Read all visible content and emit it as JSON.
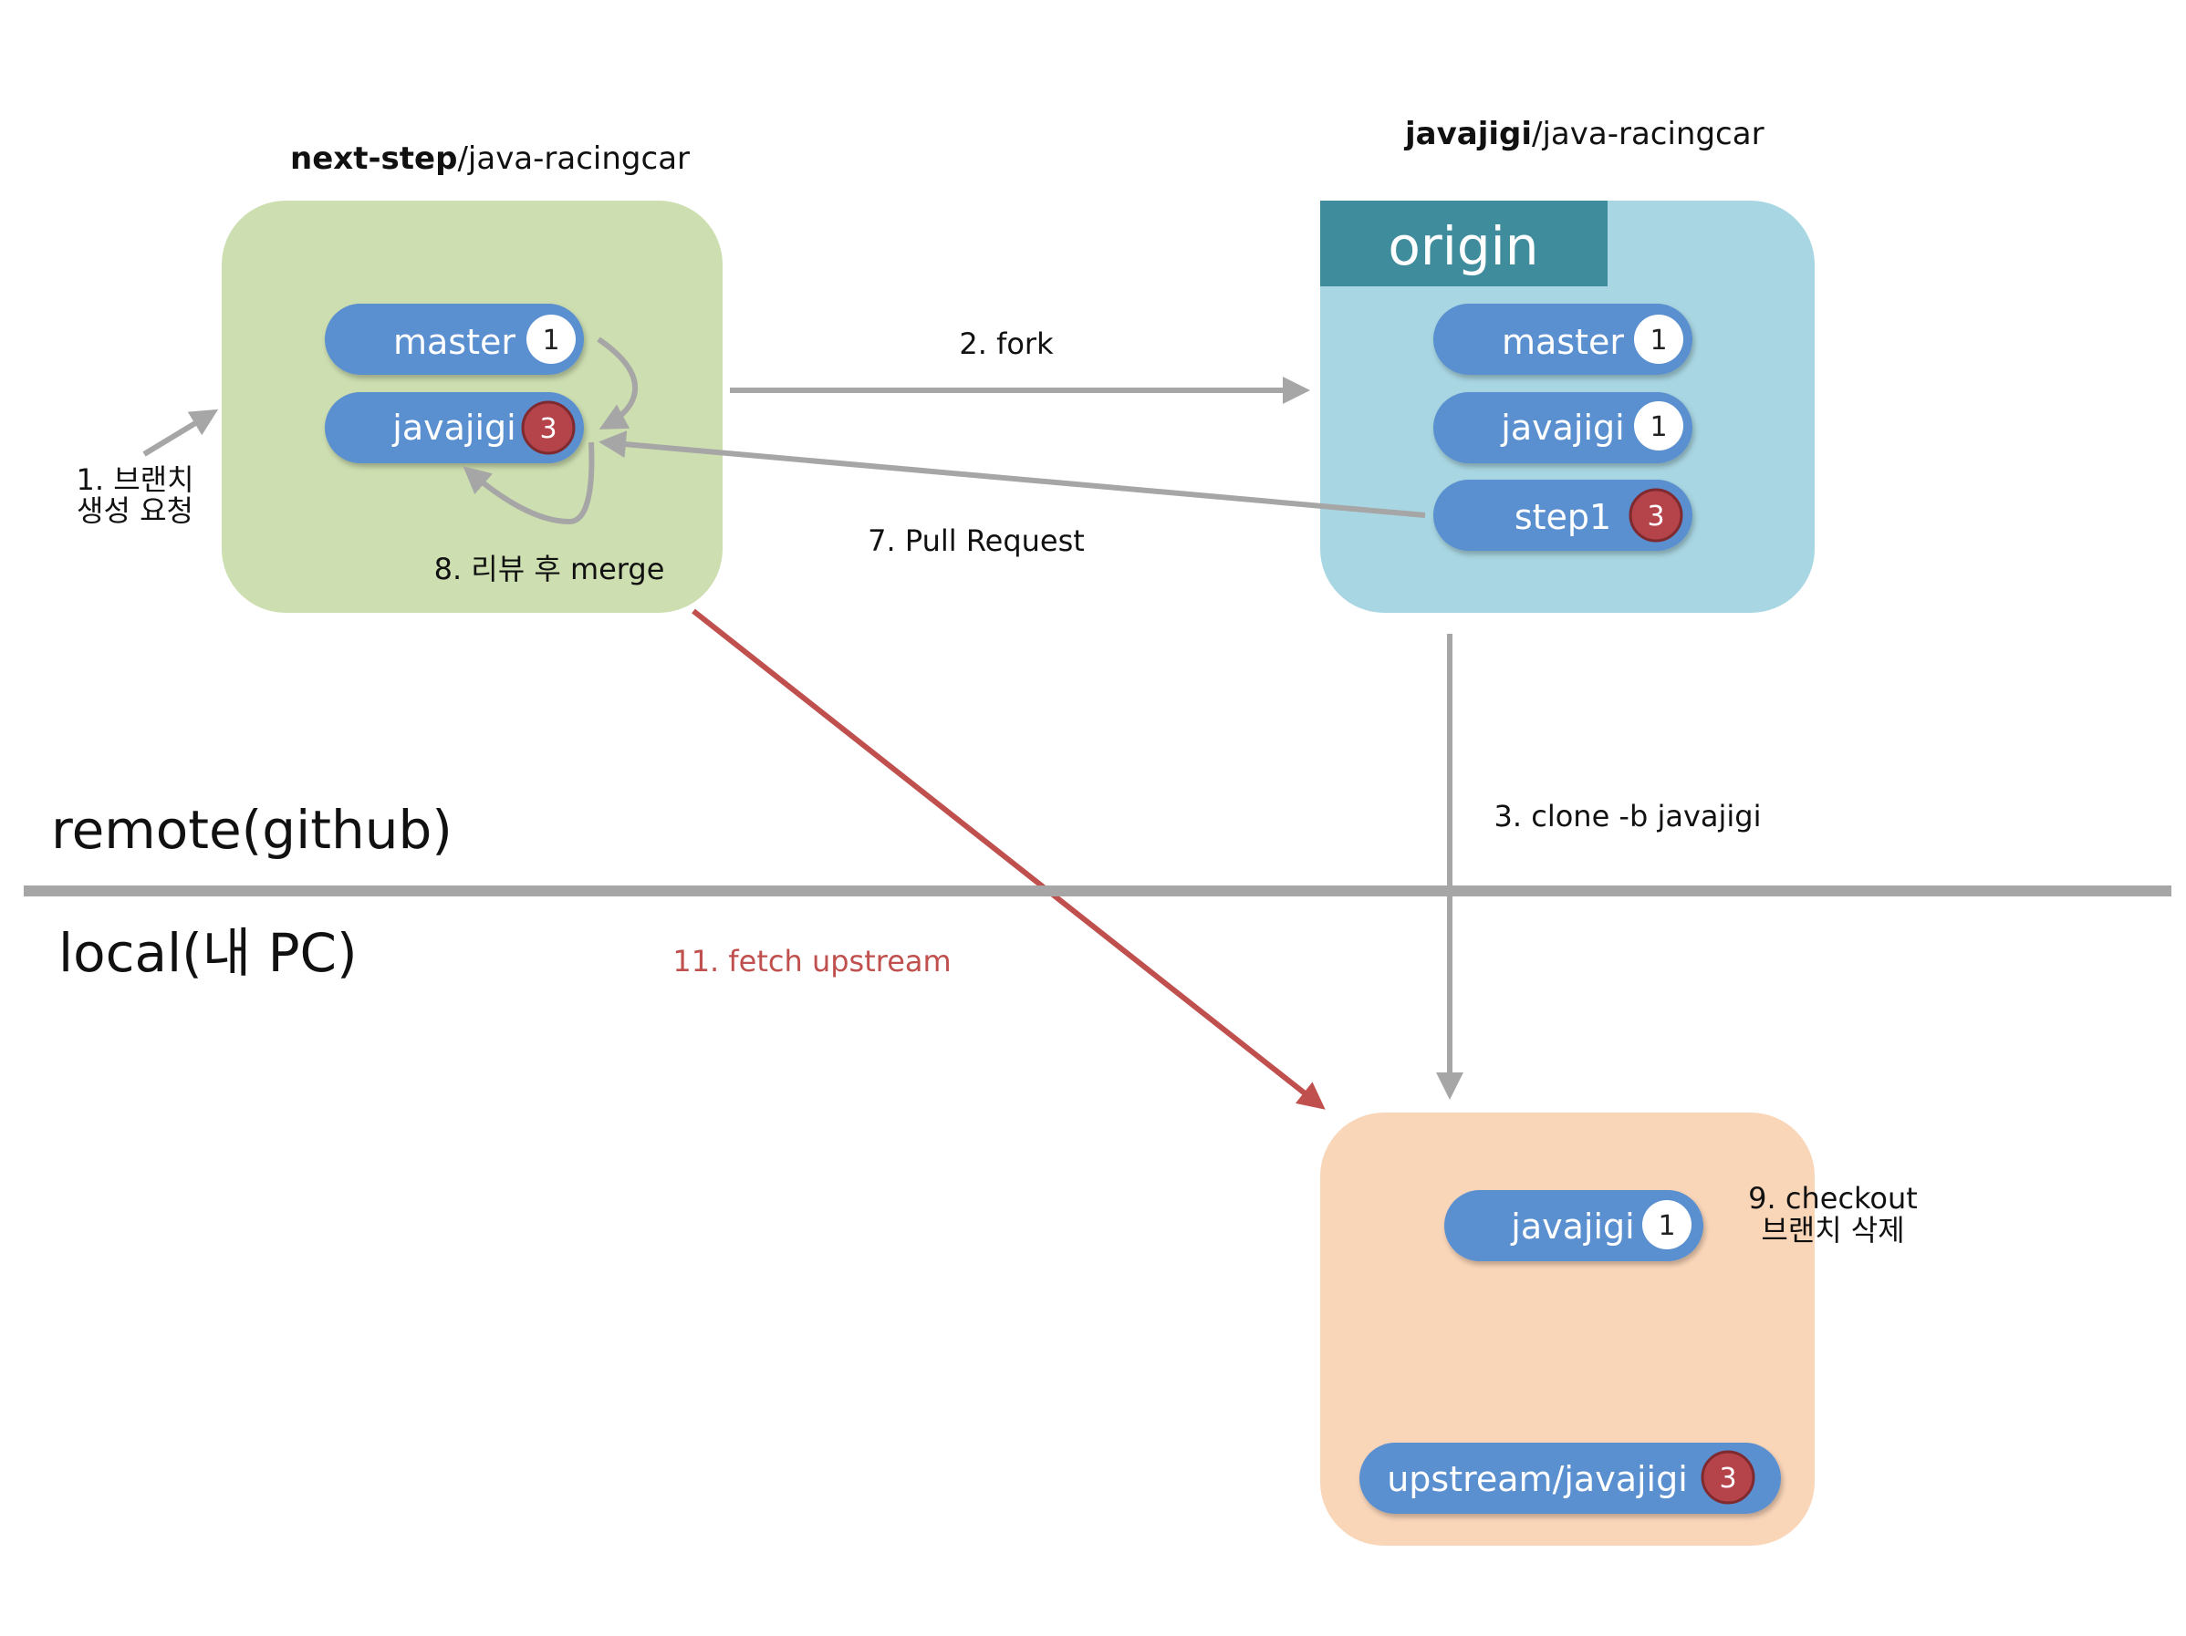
{
  "repos": {
    "upstream_title_owner": "next-step",
    "upstream_title_rest": "/java-racingcar",
    "fork_title_owner": "javajigi",
    "fork_title_rest": "/java-racingcar",
    "origin_label": "origin"
  },
  "upstream_branches": [
    {
      "name": "master",
      "count": "1"
    },
    {
      "name": "javajigi",
      "count": "3"
    }
  ],
  "origin_branches": [
    {
      "name": "master",
      "count": "1"
    },
    {
      "name": "javajigi",
      "count": "1"
    },
    {
      "name": "step1",
      "count": "3"
    }
  ],
  "local_branches": [
    {
      "name": "javajigi",
      "count": "1"
    },
    {
      "name": "upstream/javajigi",
      "count": "3"
    }
  ],
  "steps": {
    "step1_line1": "1. 브랜치",
    "step1_line2": "생성 요청",
    "step2": "2. fork",
    "step3": "3. clone -b javajigi",
    "step7": "7. Pull Request",
    "step8": "8. 리뷰 후 merge",
    "step9_line1": "9. checkout",
    "step9_line2": "브랜치 삭제",
    "step11": "11. fetch upstream"
  },
  "sections": {
    "remote": "remote(github)",
    "local": "local(내 PC)"
  },
  "colors": {
    "upstream_box": "#cddeb0",
    "origin_box": "#a8d6e2",
    "origin_header": "#3e8c9c",
    "local_box": "#fad6b9",
    "pill": "#5a8fd0",
    "badge_white": "#ffffff",
    "badge_red": "#b5434a",
    "arrow_gray": "#a6a6a6",
    "arrow_red": "#c0504d",
    "divider": "#a6a6a6"
  }
}
